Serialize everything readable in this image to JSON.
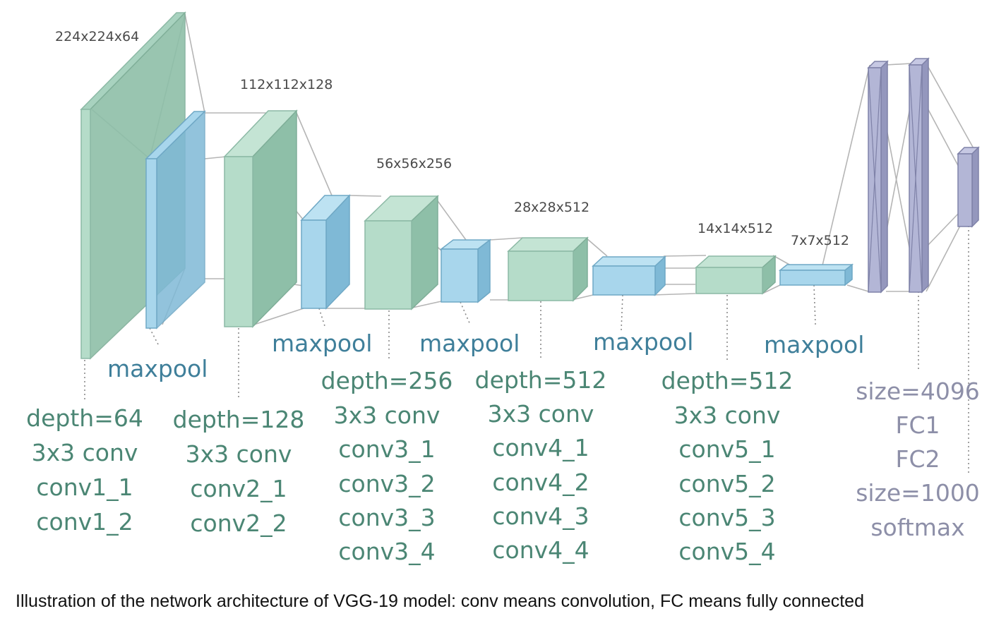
{
  "dims": {
    "b1": "224x224x64",
    "b2": "112x112x128",
    "b3": "56x56x256",
    "b4": "28x28x512",
    "b5": "14x14x512",
    "b6": "7x7x512"
  },
  "maxpool_label": "maxpool",
  "blocks": {
    "conv1": [
      "depth=64",
      "3x3 conv",
      "conv1_1",
      "conv1_2"
    ],
    "conv2": [
      "depth=128",
      "3x3 conv",
      "conv2_1",
      "conv2_2"
    ],
    "conv3": [
      "depth=256",
      "3x3 conv",
      "conv3_1",
      "conv3_2",
      "conv3_3",
      "conv3_4"
    ],
    "conv4": [
      "depth=512",
      "3x3 conv",
      "conv4_1",
      "conv4_2",
      "conv4_3",
      "conv4_4"
    ],
    "conv5": [
      "depth=512",
      "3x3 conv",
      "conv5_1",
      "conv5_2",
      "conv5_3",
      "conv5_4"
    ],
    "fc": [
      "size=4096",
      "FC1",
      "FC2",
      "size=1000",
      "softmax"
    ]
  },
  "caption": "Illustration of the network architecture of VGG-19 model: conv means convolution, FC means fully connected",
  "colors": {
    "conv_front": "#b5dcc9",
    "conv_side": "#8ebfa8",
    "pool_front": "#a8d6ec",
    "pool_side": "#7fb9d6",
    "fc_front": "#b3b6d6",
    "fc_side": "#9497bd"
  }
}
